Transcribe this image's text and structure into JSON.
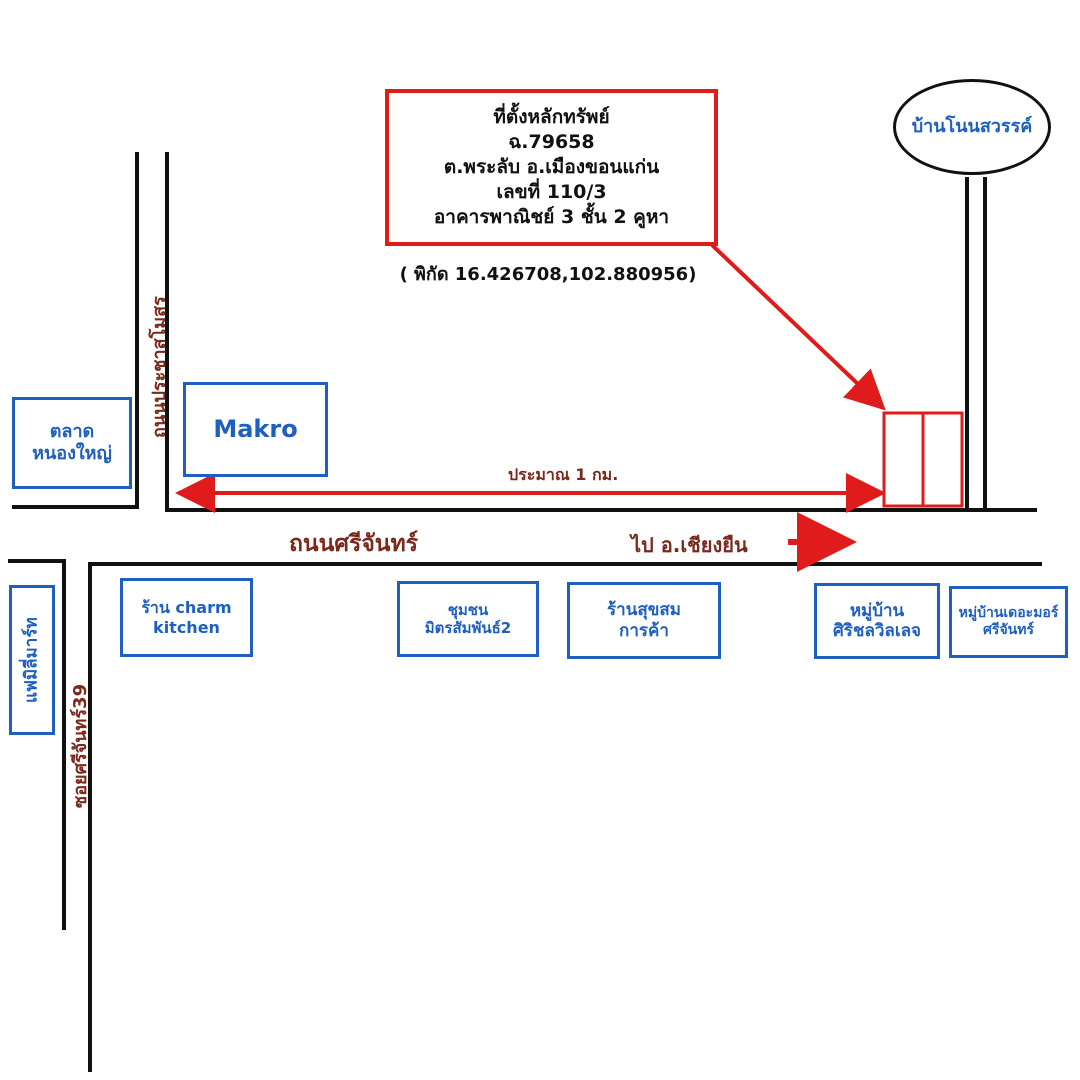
{
  "property": {
    "lines": [
      "ที่ตั้งหลักทรัพย์",
      "ฉ.79658",
      "ต.พระลับ อ.เมืองขอนแก่น",
      "เลขที่ 110/3",
      "อาคารพาณิชย์ 3 ชั้น 2 คูหา"
    ],
    "coordinates": "( พิกัด 16.426708,102.880956)"
  },
  "village_circle": "บ้านโนนสวรรค์",
  "roads": {
    "prachasamosorn": "ถนนประชาสโมสร",
    "srichan": "ถนนศรีจันทร์",
    "soi_srichan_39": "ซอยศรีจันทร์39"
  },
  "direction": "ไป อ.เชียงยืน",
  "distance": "ประมาณ 1 กม.",
  "landmarks": {
    "talat": [
      "ตลาด",
      "หนองใหญ่"
    ],
    "makro": "Makro",
    "family_mart": "แฟมิลี่มาร์ท",
    "charm": [
      "ร้าน charm",
      "kitchen"
    ],
    "chumchon": [
      "ชุมชน",
      "มิตรสัมพันธ์2"
    ],
    "suksom": [
      "ร้านสุขสม",
      "การค้า"
    ],
    "sirichon": [
      "หมู่บ้าน",
      "ศิริชลวิลเลจ"
    ],
    "theamor": [
      "หมู่บ้านเดอะมอร์",
      "ศรีจันทร์"
    ]
  },
  "colors": {
    "accent_red": "#e01b1b",
    "label_blue": "#1f5fbf",
    "road_label_brown": "#7a2a1c",
    "road_black": "#111111"
  }
}
